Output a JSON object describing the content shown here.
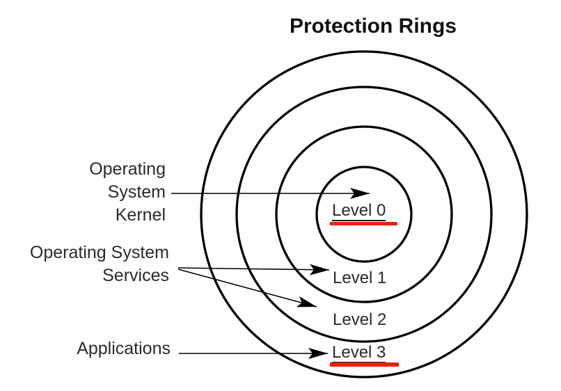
{
  "title": "Protection Rings",
  "colors": {
    "ink": "#2a2a2a",
    "line": "#000000",
    "underline_red": "#e8220e"
  },
  "callouts": {
    "kernel": {
      "lines": [
        "Operating",
        "System",
        "Kernel"
      ]
    },
    "services": {
      "lines": [
        "Operating System",
        "Services"
      ]
    },
    "applications": {
      "label": "Applications"
    }
  },
  "rings": [
    {
      "label": "Level 0",
      "underlined": true
    },
    {
      "label": "Level 1",
      "underlined": false
    },
    {
      "label": "Level 2",
      "underlined": false
    },
    {
      "label": "Level 3",
      "underlined": true
    }
  ]
}
